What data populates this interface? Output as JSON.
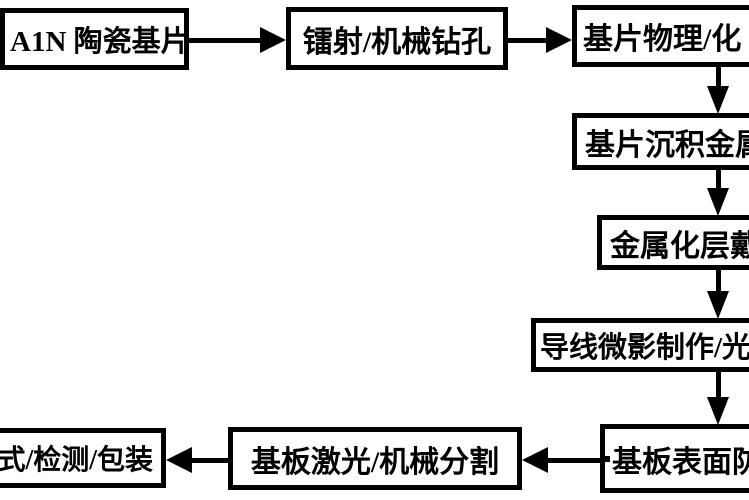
{
  "diagram": {
    "type": "flowchart",
    "background_color": "#ffffff",
    "line_color": "#000000",
    "text_color": "#000000",
    "nodes": [
      {
        "id": "aln-ceramic-substrate",
        "label": "A1N 陶瓷基片",
        "clipped": "none"
      },
      {
        "id": "laser-mechanical-drilling",
        "label": "镭射/机械钻孔",
        "clipped": "none"
      },
      {
        "id": "substrate-cleaning",
        "label": "基片物理/化",
        "clipped": "right"
      },
      {
        "id": "metal-deposition",
        "label": "基片沉积金属",
        "clipped": "right"
      },
      {
        "id": "metallization-layer",
        "label": "金属化层戴",
        "clipped": "right"
      },
      {
        "id": "trace-lithography",
        "label": "导线微影制作/光",
        "clipped": "right"
      },
      {
        "id": "board-surface-treatment",
        "label": "基板表面防",
        "clipped": "right"
      },
      {
        "id": "laser-mechanical-dicing",
        "label": "基板激光/机械分割",
        "clipped": "none"
      },
      {
        "id": "test-inspect-package",
        "label": "式/检测/包装",
        "clipped": "left"
      }
    ],
    "edges": [
      {
        "from": "aln-ceramic-substrate",
        "to": "laser-mechanical-drilling",
        "direction": "right"
      },
      {
        "from": "laser-mechanical-drilling",
        "to": "substrate-cleaning",
        "direction": "right"
      },
      {
        "from": "substrate-cleaning",
        "to": "metal-deposition",
        "direction": "down"
      },
      {
        "from": "metal-deposition",
        "to": "metallization-layer",
        "direction": "down"
      },
      {
        "from": "metallization-layer",
        "to": "trace-lithography",
        "direction": "down"
      },
      {
        "from": "trace-lithography",
        "to": "board-surface-treatment",
        "direction": "down"
      },
      {
        "from": "board-surface-treatment",
        "to": "laser-mechanical-dicing",
        "direction": "left"
      },
      {
        "from": "laser-mechanical-dicing",
        "to": "test-inspect-package",
        "direction": "left"
      }
    ]
  }
}
